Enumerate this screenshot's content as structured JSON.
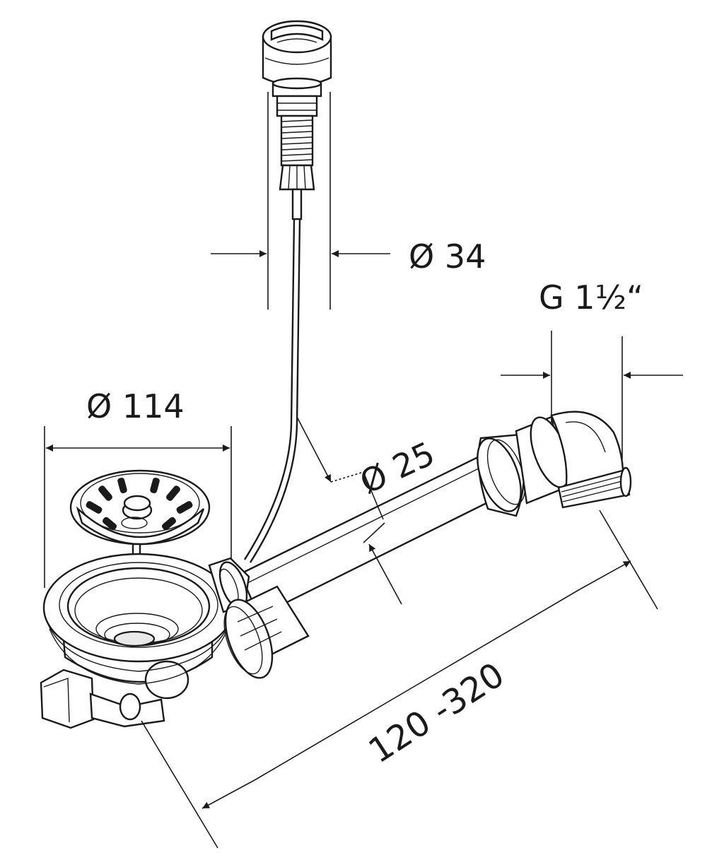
{
  "dimensions": {
    "pull_knob_diameter": "Ø 34",
    "thread_size": "G 1½“",
    "basin_diameter": "Ø 114",
    "pipe_diameter": "Ø 25",
    "length_range": "120 -320"
  },
  "colors": {
    "line": "#1a1a1a",
    "fill": "#ffffff",
    "shade": "#e9e9e9"
  }
}
